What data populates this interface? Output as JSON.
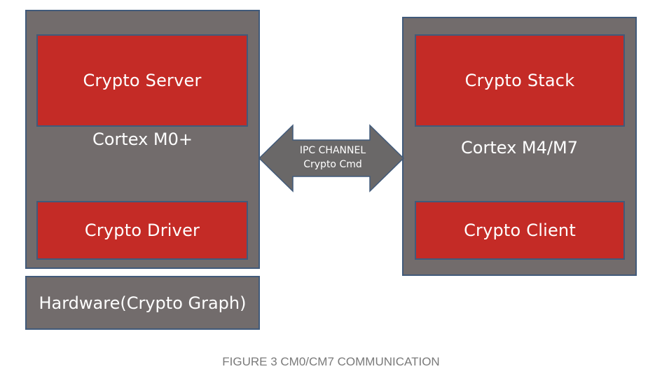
{
  "left_core": {
    "label": "Cortex M0+",
    "top_block": "Crypto Server",
    "bottom_block": "Crypto Driver"
  },
  "hardware": {
    "label": "Hardware(Crypto Graph)"
  },
  "right_core": {
    "label": "Cortex M4/M7",
    "top_block": "Crypto Stack",
    "bottom_block": "Crypto Client"
  },
  "channel": {
    "line1": "IPC CHANNEL",
    "line2": "Crypto Cmd"
  },
  "caption": "FIGURE 3 CM0/CM7 COMMUNICATION",
  "colors": {
    "core_fill": "#726c6c",
    "block_fill": "#c42b26",
    "border": "#415a7a",
    "arrow_fill": "#6a6868",
    "caption_text": "#7a7a7a"
  }
}
